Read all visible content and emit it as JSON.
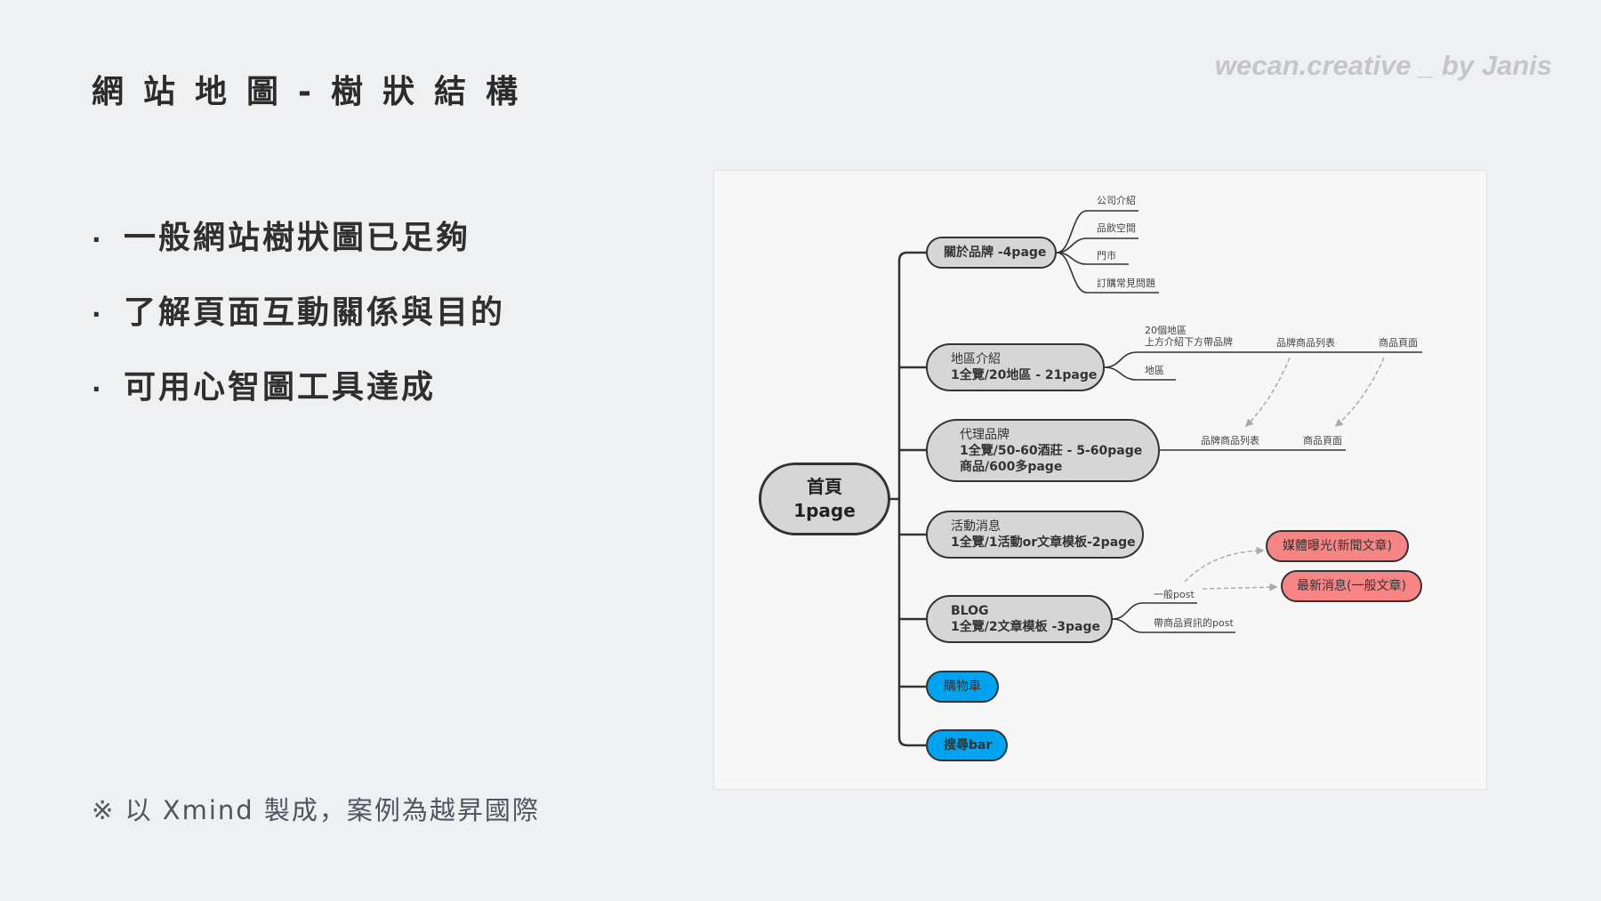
{
  "header": {
    "title": "網站地圖-樹狀結構",
    "watermark": "wecan.creative _ by Janis"
  },
  "bullets": [
    {
      "dot": "·",
      "text": "一般網站樹狀圖已足夠"
    },
    {
      "dot": "·",
      "text": "了解頁面互動關係與目的"
    },
    {
      "dot": "·",
      "text": "可用心智圖工具達成"
    }
  ],
  "footnote": "※ 以 Xmind 製成，案例為越昇國際",
  "mindmap": {
    "root": {
      "line1": "首頁",
      "line2": "1page"
    },
    "branches": {
      "about": {
        "label": "關於品牌 -4page",
        "leaves": [
          "公司介紹",
          "品飲空間",
          "門市",
          "訂購常見問題"
        ]
      },
      "region": {
        "line1": "地區介紹",
        "line2": "1全覽/20地區 - 21page",
        "leaf_a1": "20個地區",
        "leaf_a2": "上方介紹下方帶品牌",
        "leaf_a_list": "品牌商品列表",
        "leaf_a_page": "商品頁面",
        "leaf_b": "地區"
      },
      "agent": {
        "line1": "代理品牌",
        "line2": "1全覽/50-60酒莊 - 5-60page",
        "line3": "商品/600多page",
        "leaf_list": "品牌商品列表",
        "leaf_page": "商品頁面"
      },
      "events": {
        "line1": "活動消息",
        "line2": "1全覽/1活動or文章模板-2page"
      },
      "blog": {
        "line1": "BLOG",
        "line2": "1全覽/2文章模板 -3page",
        "leaf_general": "一般post",
        "leaf_product": "帶商品資訊的post",
        "media": "媒體曝光(新聞文章)",
        "news": "最新消息(一般文章)"
      },
      "cart": {
        "label": "購物車"
      },
      "search": {
        "label": "搜尋bar"
      }
    }
  },
  "colors": {
    "node": "#d6d6d6",
    "blue": "#00a3ef",
    "red": "#f78585",
    "background": "#eff0f2"
  }
}
